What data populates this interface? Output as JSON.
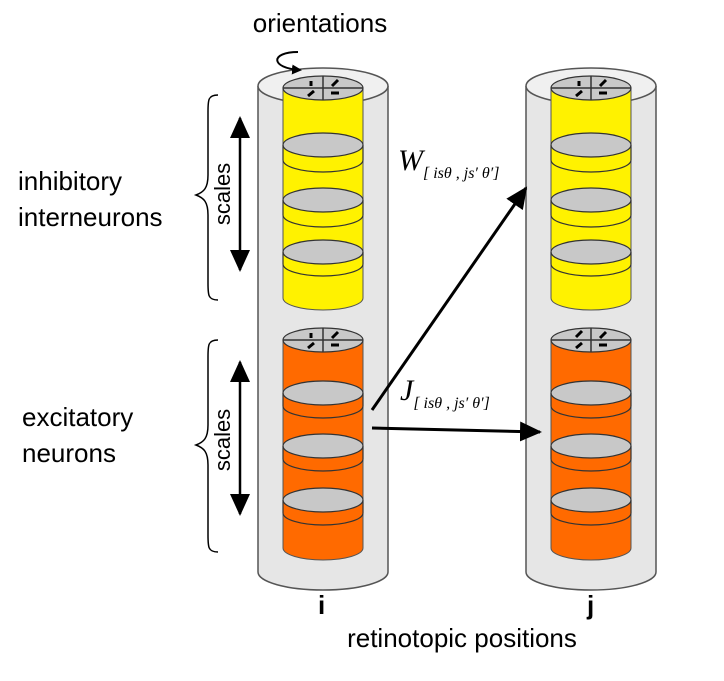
{
  "labels": {
    "orientations": "orientations",
    "inhibitory_line1": "inhibitory",
    "inhibitory_line2": "interneurons",
    "excitatory_line1": "excitatory",
    "excitatory_line2": "neurons",
    "scales_top": "scales",
    "scales_bottom": "scales",
    "column_i": "i",
    "column_j": "j",
    "retinotopic": "retinotopic positions"
  },
  "connections": {
    "W": {
      "symbol": "W",
      "subscript": "[ isθ , js′ θ′]"
    },
    "J": {
      "symbol": "J",
      "subscript": "[ isθ , js′ θ′]"
    }
  },
  "colors": {
    "inhibitory": "#fff200",
    "excitatory": "#ff6a00",
    "disk": "#c8c8c8",
    "column": "#e8e8e8"
  },
  "icons": {
    "orientation_pointer": "curved-arrow-icon",
    "orientation_tile": "orientation-map-icon"
  }
}
